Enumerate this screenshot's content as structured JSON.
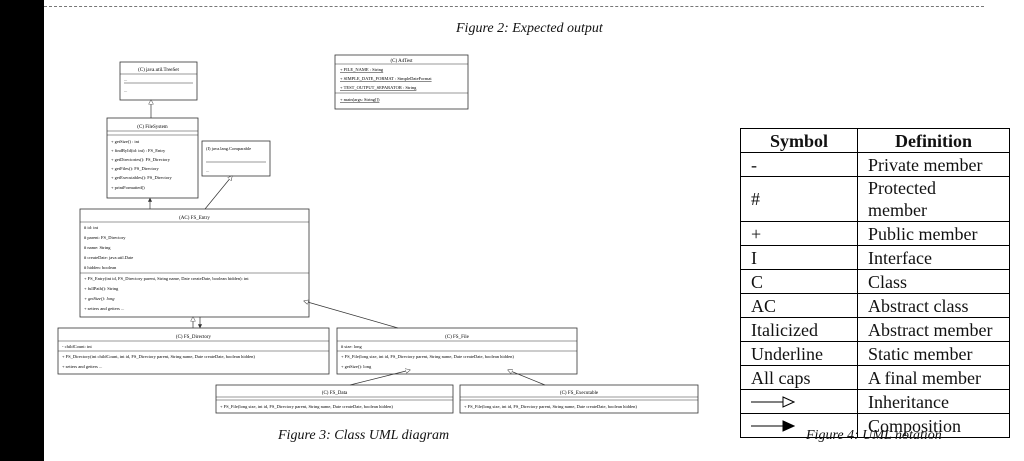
{
  "captions": {
    "fig2": "Figure 2: Expected output",
    "fig3": "Figure 3: Class UML diagram",
    "fig4": "Figure 4: UML notation"
  },
  "uml": {
    "treeset": {
      "title": "(C) java.util.TreeSet",
      "lines": [
        "...",
        "..."
      ]
    },
    "a4test": {
      "title": "(C) A4Test",
      "lines": [
        "+ FILE_NAME : String",
        "+ SIMPLE_DATE_FORMAT : SimpleDateFormat",
        "+ TEST_OUTPUT_SEPARATOR : String",
        "+ main(args: String[])"
      ]
    },
    "filesystem": {
      "title": "(C) FileSystem",
      "lines": [
        "+ getSize() : int",
        "+ findById(id: int) : FS_Entry",
        "+ getDirectories(): FS_Directory",
        "+ getFiles(): FS_Directory",
        "+ getExecutables(): FS_Directory",
        "+ printFormatted()"
      ]
    },
    "comparable": {
      "title": "(I) java.lang.Comparable",
      "lines": [
        "..."
      ]
    },
    "fsentry": {
      "title": "(AC) FS_Entry",
      "fields": [
        "# id: int",
        "# parent: FS_Directory",
        "# name: String",
        "# createDate: java.util.Date",
        "# hidden: boolean"
      ],
      "methods": [
        "+ FS_Entry(int id, FS_Directory parent, String name, Date createDate, boolean hidden): int",
        "+ fullPath(): String",
        "+ getSize(): long",
        "+ setters and getters ..."
      ]
    },
    "fsdirectory": {
      "title": "(C) FS_Directory",
      "fields": [
        "- childCount: int"
      ],
      "methods": [
        "+ FS_Directory(int childCount, int id, FS_Directory parent, String name, Date createDate, boolean hidden)",
        "+ setters and getters ..."
      ]
    },
    "fsfile": {
      "title": "(C) FS_File",
      "fields": [
        "# size: long"
      ],
      "methods": [
        "+ FS_File(long size, int id, FS_Directory parent, String name, Date createDate, boolean hidden)",
        "+ getSize(): long"
      ]
    },
    "fsdata": {
      "title": "(C) FS_Data",
      "lines": [
        "+ FS_File(long size, int id, FS_Directory parent, String name, Date createDate, boolean hidden)"
      ]
    },
    "fsexec": {
      "title": "(C) FS_Executable",
      "lines": [
        "+ FS_File(long size, int id, FS_Directory parent, String name, Date createDate, boolean hidden)"
      ]
    }
  },
  "notation": {
    "header": {
      "symbol": "Symbol",
      "definition": "Definition"
    },
    "rows": [
      {
        "symbol": "-",
        "definition": "Private member"
      },
      {
        "symbol": "#",
        "definition": "Protected member"
      },
      {
        "symbol": "+",
        "definition": "Public member"
      },
      {
        "symbol": "I",
        "definition": "Interface"
      },
      {
        "symbol": "C",
        "definition": "Class"
      },
      {
        "symbol": "AC",
        "definition": "Abstract class"
      },
      {
        "symbol": "Italicized",
        "definition": "Abstract member"
      },
      {
        "symbol": "Underline",
        "definition": "Static member"
      },
      {
        "symbol": "All caps",
        "definition": "A final member"
      },
      {
        "symbol": "",
        "symbol_icon": "inheritance-arrow",
        "definition": "Inheritance"
      },
      {
        "symbol": "",
        "symbol_icon": "composition-arrow",
        "definition": "Composition"
      }
    ]
  }
}
